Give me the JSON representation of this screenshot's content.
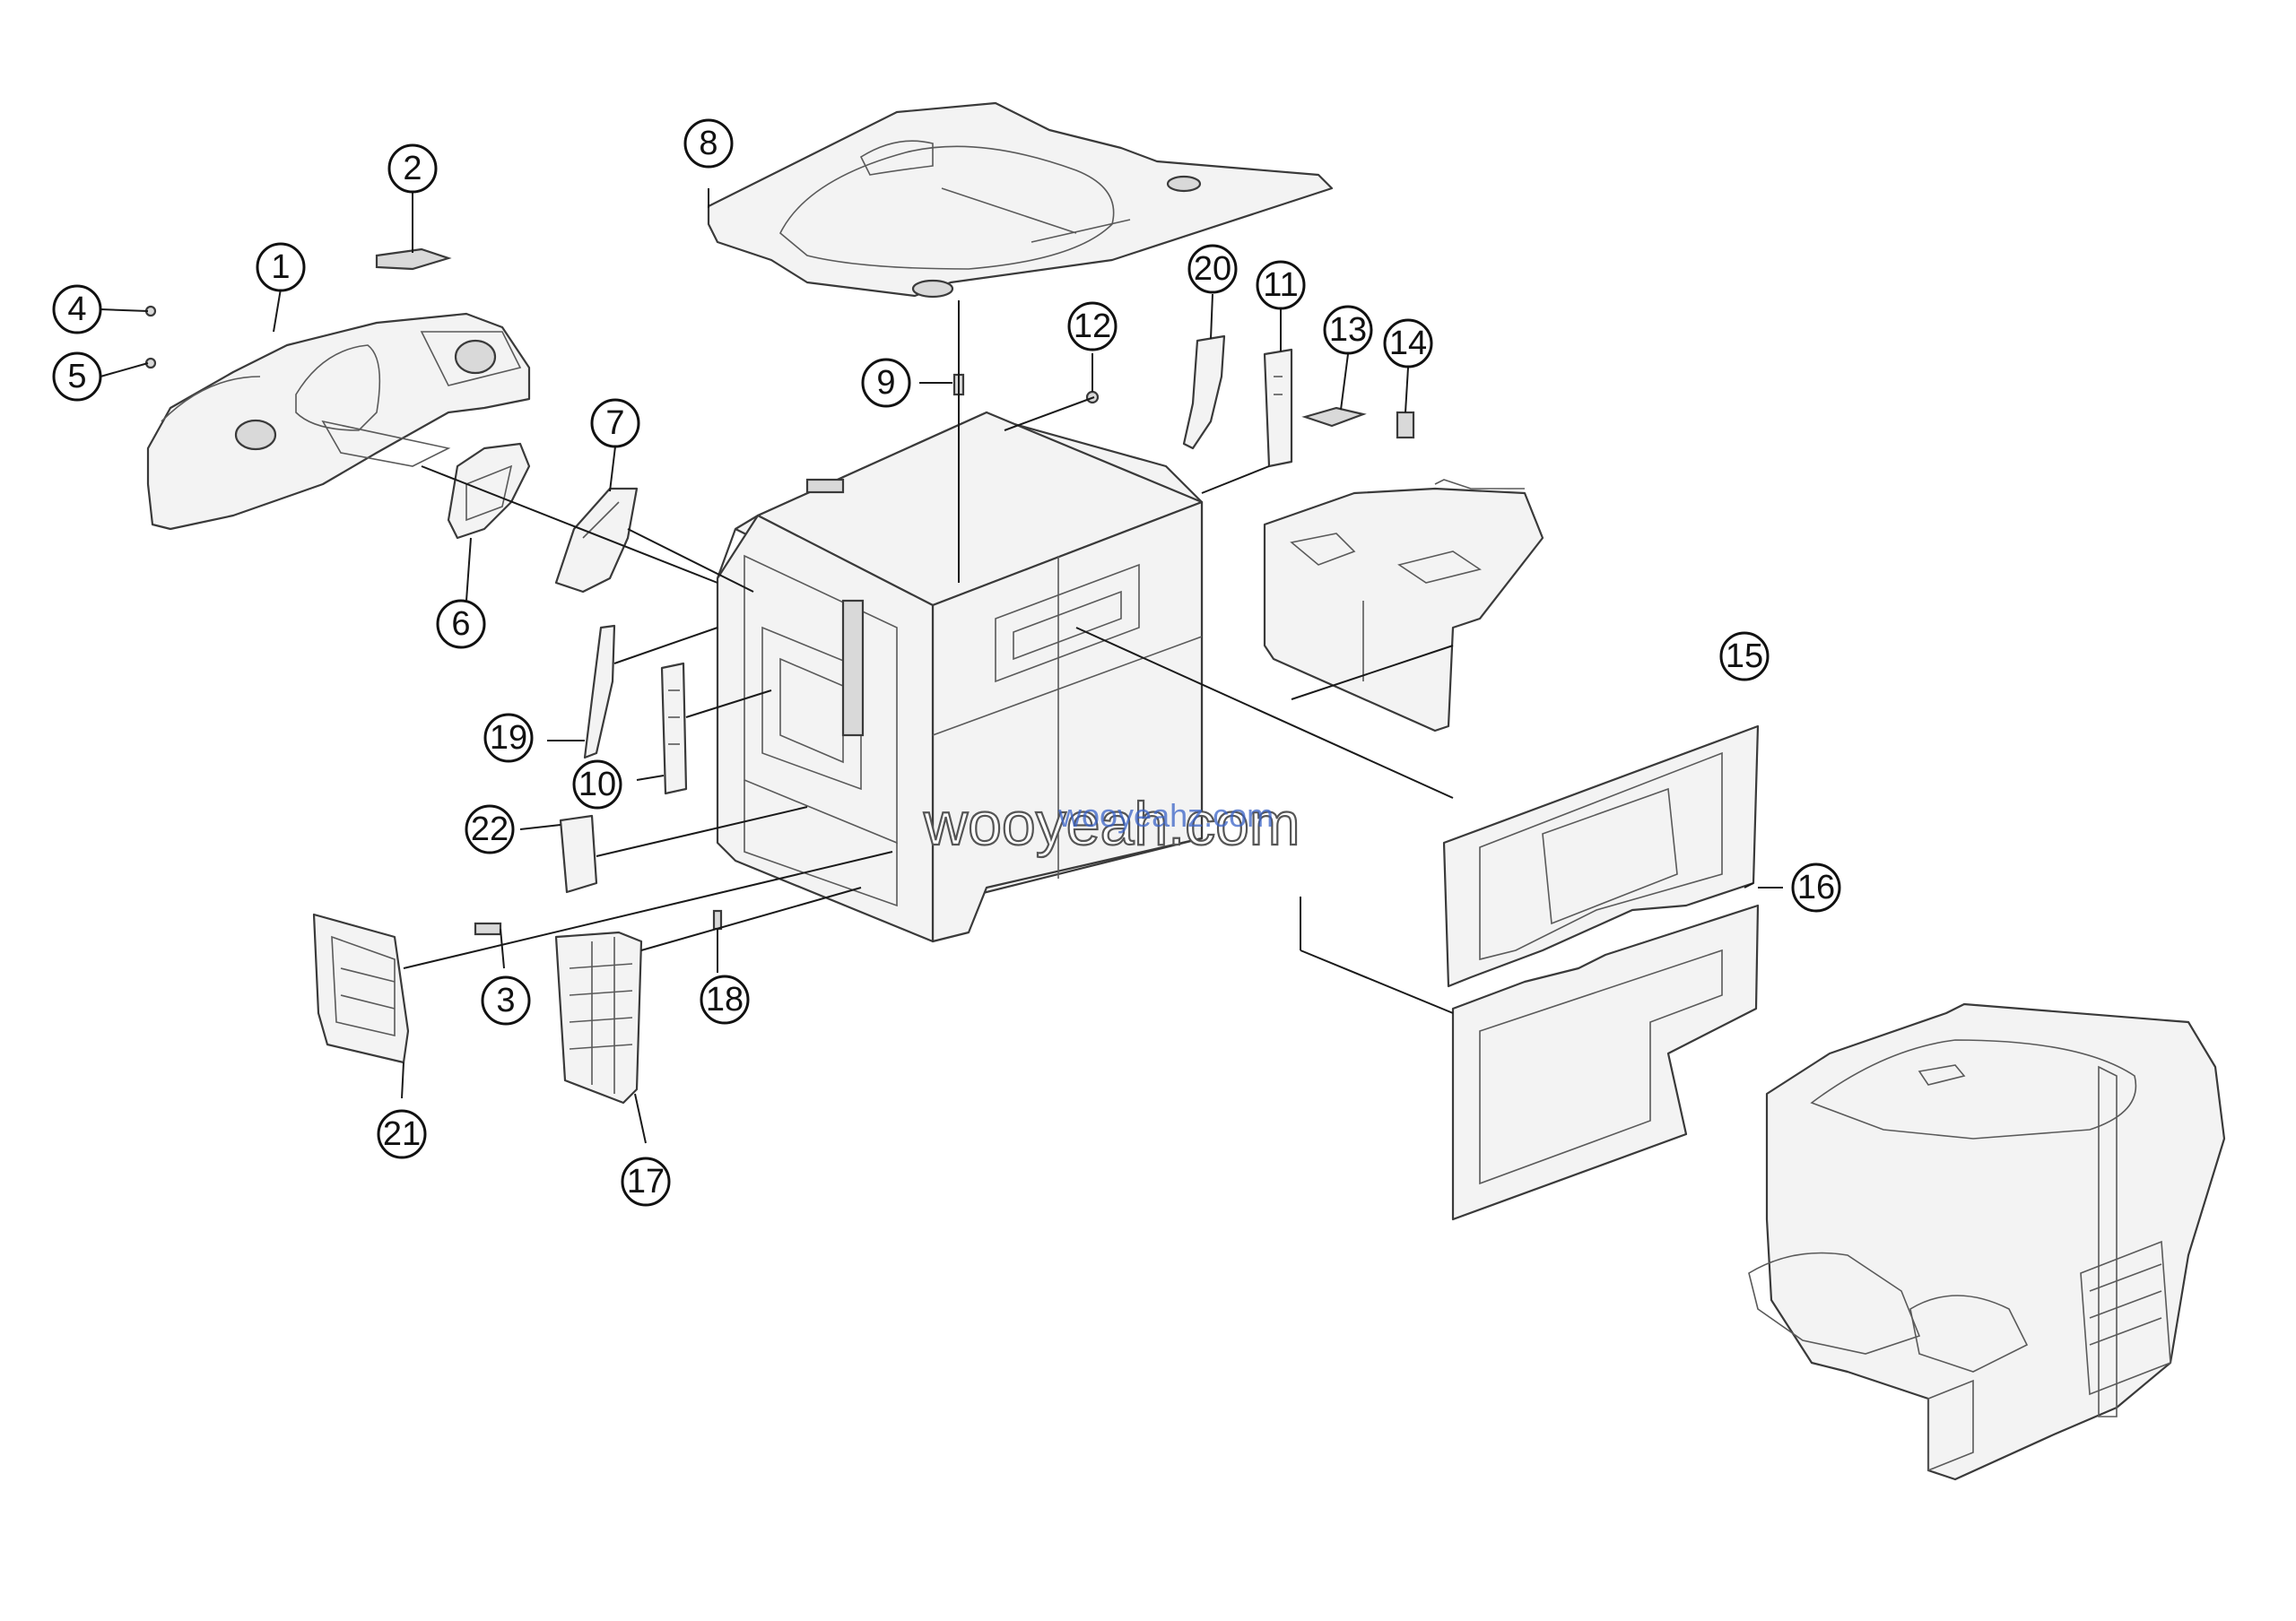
{
  "callouts": [
    {
      "id": "c1",
      "label": "1"
    },
    {
      "id": "c2",
      "label": "2"
    },
    {
      "id": "c3",
      "label": "3"
    },
    {
      "id": "c4",
      "label": "4"
    },
    {
      "id": "c5",
      "label": "5"
    },
    {
      "id": "c6",
      "label": "6"
    },
    {
      "id": "c7",
      "label": "7"
    },
    {
      "id": "c8",
      "label": "8"
    },
    {
      "id": "c9",
      "label": "9"
    },
    {
      "id": "c10",
      "label": "10"
    },
    {
      "id": "c11",
      "label": "11"
    },
    {
      "id": "c12",
      "label": "12"
    },
    {
      "id": "c13",
      "label": "13"
    },
    {
      "id": "c14",
      "label": "14"
    },
    {
      "id": "c15",
      "label": "15"
    },
    {
      "id": "c16",
      "label": "16"
    },
    {
      "id": "c17",
      "label": "17"
    },
    {
      "id": "c18",
      "label": "18"
    },
    {
      "id": "c19",
      "label": "19"
    },
    {
      "id": "c20",
      "label": "20"
    },
    {
      "id": "c21",
      "label": "21"
    },
    {
      "id": "c22",
      "label": "22"
    }
  ],
  "watermark": "wooyeah.com",
  "watermark_overlay": "wooyeahz.com",
  "colors": {
    "line": "#3a3a3a",
    "fill": "#f3f3f3",
    "watermark_overlay": "#3a63c8"
  }
}
